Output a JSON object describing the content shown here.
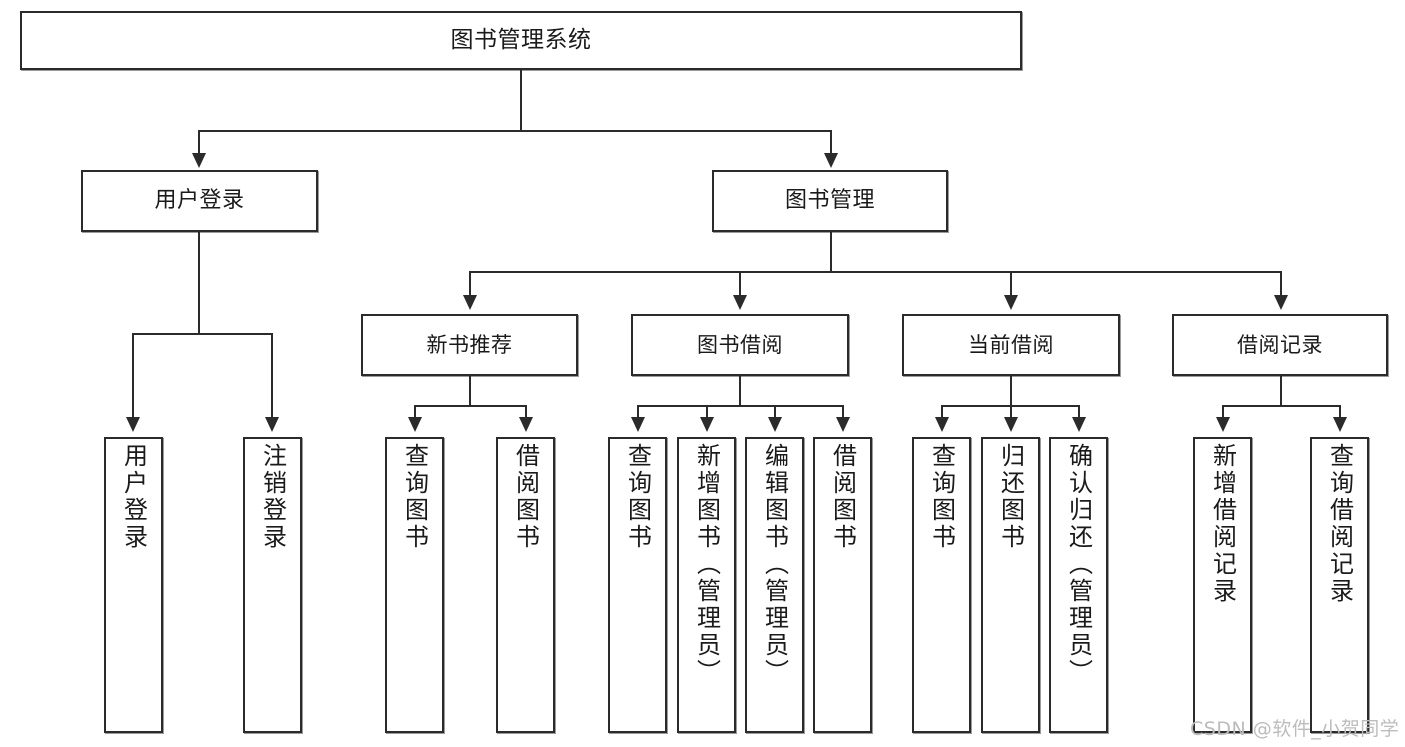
{
  "diagram": {
    "title": "图书管理系统",
    "type": "tree",
    "root": {
      "id": "root",
      "label": "图书管理系统"
    },
    "level2": [
      {
        "id": "user-login",
        "label": "用户登录"
      },
      {
        "id": "book-manage",
        "label": "图书管理"
      }
    ],
    "level3": [
      {
        "id": "new-book-recommend",
        "label": "新书推荐",
        "parent": "book-manage"
      },
      {
        "id": "book-borrow",
        "label": "图书借阅",
        "parent": "book-manage"
      },
      {
        "id": "current-borrow",
        "label": "当前借阅",
        "parent": "book-manage"
      },
      {
        "id": "borrow-record",
        "label": "借阅记录",
        "parent": "book-manage"
      }
    ],
    "leaves": {
      "user_login": [
        {
          "id": "leaf-user-login",
          "label": "用户登录"
        },
        {
          "id": "leaf-user-logout",
          "label": "注销登录"
        }
      ],
      "new_book_recommend": [
        {
          "id": "leaf-query-book-1",
          "label": "查询图书"
        },
        {
          "id": "leaf-borrow-book-1",
          "label": "借阅图书"
        }
      ],
      "book_borrow": [
        {
          "id": "leaf-query-book-2",
          "label": "查询图书"
        },
        {
          "id": "leaf-add-book",
          "label": "新增图书（管理员）"
        },
        {
          "id": "leaf-edit-book",
          "label": "编辑图书（管理员）"
        },
        {
          "id": "leaf-borrow-book-2",
          "label": "借阅图书"
        }
      ],
      "current_borrow": [
        {
          "id": "leaf-query-book-3",
          "label": "查询图书"
        },
        {
          "id": "leaf-return-book",
          "label": "归还图书"
        },
        {
          "id": "leaf-confirm-return",
          "label": "确认归还（管理员）"
        }
      ],
      "borrow_record": [
        {
          "id": "leaf-add-record",
          "label": "新增借阅记录"
        },
        {
          "id": "leaf-query-record",
          "label": "查询借阅记录"
        }
      ]
    }
  },
  "watermark": {
    "text": "CSDN @软件_小贺同学"
  },
  "colors": {
    "stroke": "#2b2b2b",
    "fill": "#ffffff",
    "text": "#1a1a1a",
    "watermark": "#bcbcbc"
  }
}
